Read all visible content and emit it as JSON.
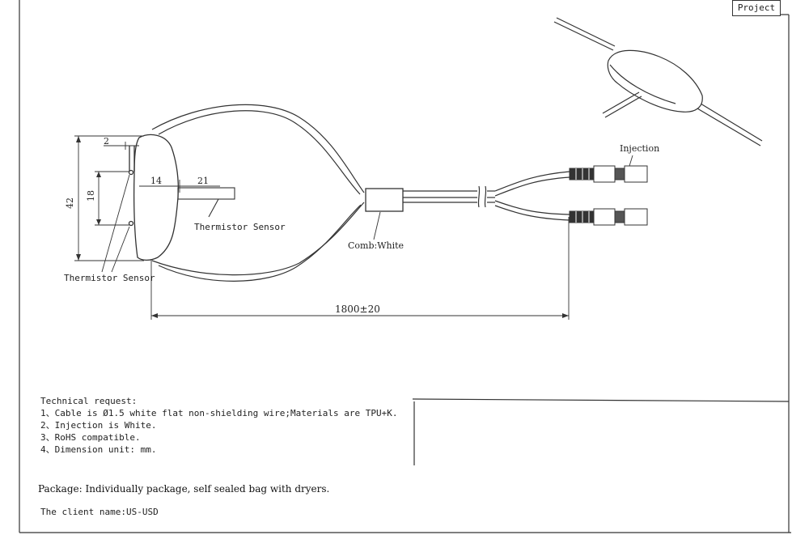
{
  "header": {
    "project_label": "Project"
  },
  "drawing": {
    "dim_2": "2",
    "dim_42": "42",
    "dim_18": "18",
    "dim_14": "14",
    "dim_21": "21",
    "dim_length": "1800±20",
    "label_thermistor_top": "Thermistor Sensor",
    "label_thermistor_bottom": "Thermistor Sensor",
    "label_comb": "Comb:White",
    "label_injection": "Injection"
  },
  "notes": {
    "title": "Technical request:",
    "items": [
      "1、Cable is Ø1.5 white flat non-shielding wire;Materials are TPU+K.",
      "2、Injection is White.",
      "3、RoHS compatible.",
      "4、Dimension unit: mm."
    ]
  },
  "package_text": "Package: Individually package, self sealed bag with dryers.",
  "client_text": "The client name:US-USD"
}
